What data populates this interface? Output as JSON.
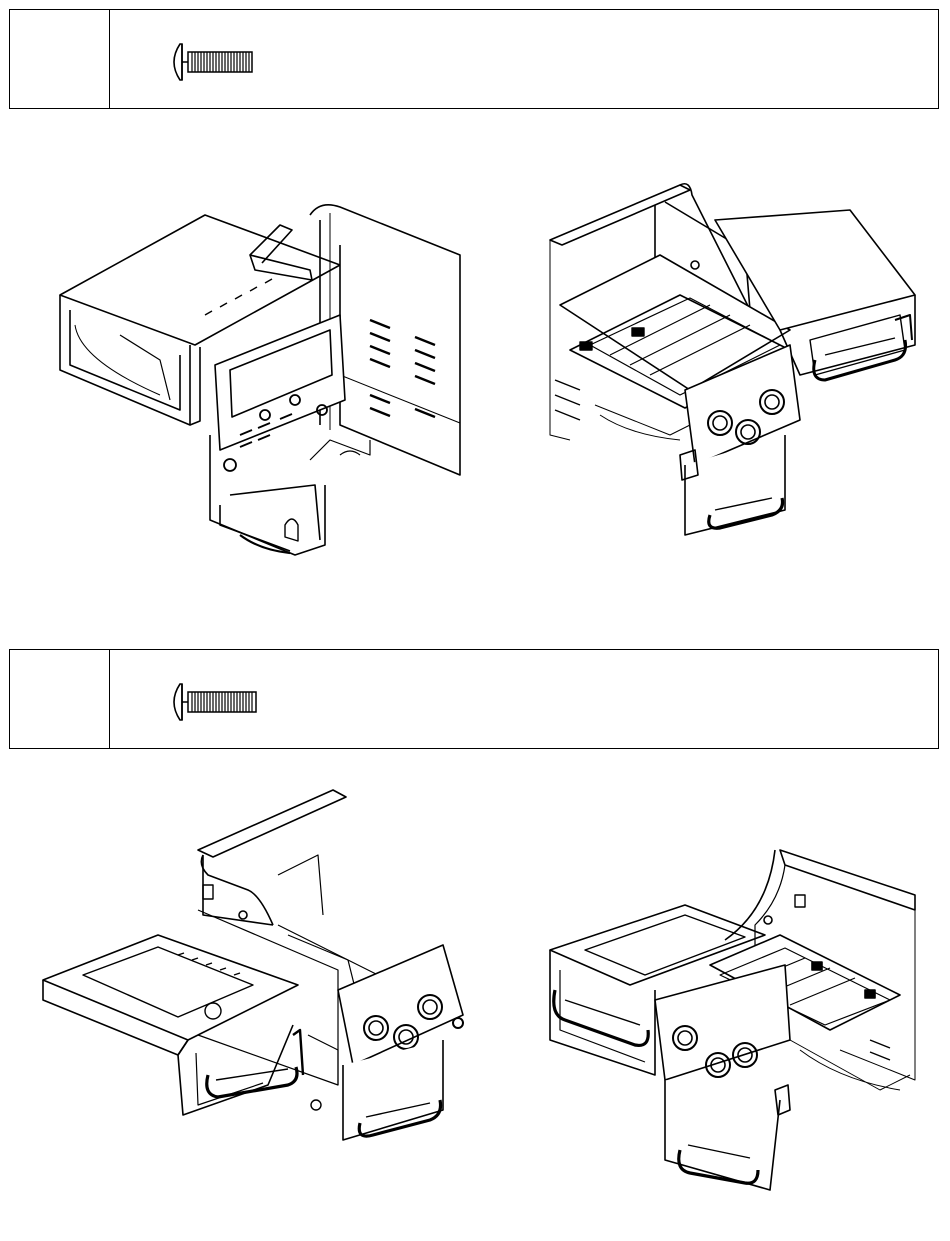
{
  "page": {
    "background": "#ffffff",
    "line_color": "#000000"
  },
  "sections": [
    {
      "hardware_icon": "bolt-icon",
      "illustrations": [
        "grill-side-shelf-bracket-assembly",
        "grill-cart-with-side-shelf-attached"
      ]
    },
    {
      "hardware_icon": "bolt-icon",
      "illustrations": [
        "grill-side-shelf-left-assembly",
        "grill-complete-side-shelf-left-view"
      ]
    }
  ]
}
